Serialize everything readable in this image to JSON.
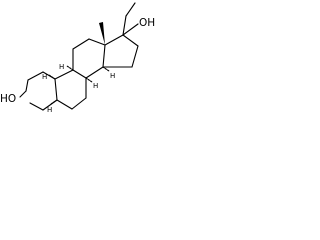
{
  "molecule": {
    "labels": {
      "oh_3": "HO",
      "oh_17": "OH",
      "h": "H"
    }
  }
}
